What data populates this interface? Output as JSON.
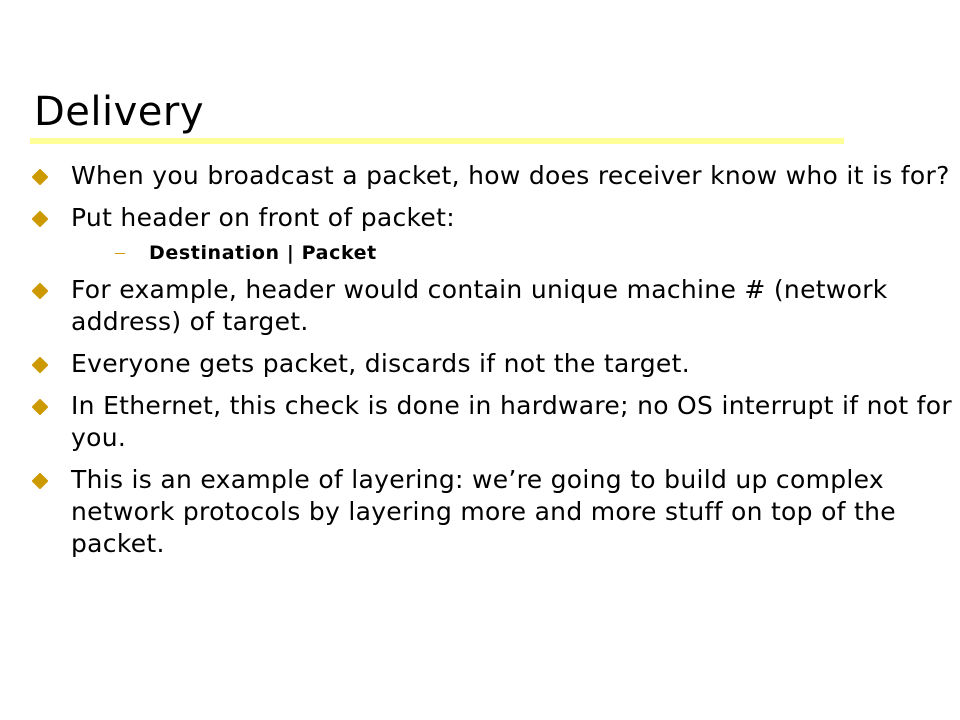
{
  "slide": {
    "title": "Delivery",
    "accent_color": "#cc9900",
    "rule_color": "#ffff99",
    "bullets": [
      "When you broadcast a packet, how does receiver know who it is for?",
      "Put header on front of packet:",
      "For example, header would contain unique machine # (network address) of target.",
      "Everyone gets packet, discards if not the target.",
      "In Ethernet, this check is done in hardware; no OS interrupt if not for you.",
      "This is an example of layering: we’re going to build up complex network protocols by layering more and more stuff on top of the packet."
    ],
    "sub_bullet": "Destination | Packet"
  }
}
